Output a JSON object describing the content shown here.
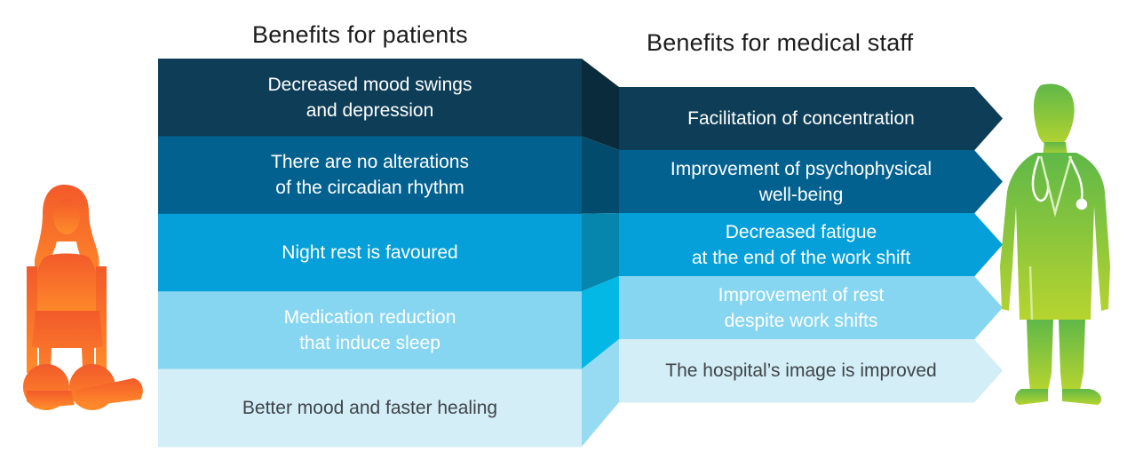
{
  "headings": {
    "patients": "Benefits for patients",
    "staff": "Benefits for medical staff"
  },
  "patient_benefits": [
    {
      "label": "Decreased mood swings\nand depression",
      "fill": "#0d3d57",
      "text_color": "#ffffff"
    },
    {
      "label": "There are no alterations\nof the circadian rhythm",
      "fill": "#03618f",
      "text_color": "#ffffff"
    },
    {
      "label": "Night rest is favoured",
      "fill": "#05a0d9",
      "text_color": "#ffffff"
    },
    {
      "label": "Medication reduction\nthat induce sleep",
      "fill": "#87d6f1",
      "text_color": "#ffffff"
    },
    {
      "label": "Better mood and faster healing",
      "fill": "#d3eef7",
      "text_color": "#3f4448"
    }
  ],
  "staff_benefits": [
    {
      "label": "Facilitation of concentration",
      "fill": "#0d3d57",
      "text_color": "#ffffff"
    },
    {
      "label": "Improvement of psychophysical\nwell-being",
      "fill": "#03618f",
      "text_color": "#ffffff"
    },
    {
      "label": "Decreased fatigue\nat the end of the work shift",
      "fill": "#05a0d9",
      "text_color": "#ffffff"
    },
    {
      "label": "Improvement of rest\ndespite work shifts",
      "fill": "#87d6f1",
      "text_color": "#ffffff"
    },
    {
      "label": "The hospital’s image is improved",
      "fill": "#d3eef7",
      "text_color": "#3f4448"
    }
  ],
  "connector_fills": [
    "#0a2b3c",
    "#034b6c",
    "#0686ad",
    "#04b8e6",
    "#96dbf1"
  ],
  "figures": {
    "patient_icon": "wheelchair-user-icon",
    "staff_icon": "doctor-stethoscope-icon",
    "patient_gradient": [
      "#f25a2a",
      "#ff8c2a"
    ],
    "staff_gradient": [
      "#5fb848",
      "#b7d42f"
    ]
  }
}
